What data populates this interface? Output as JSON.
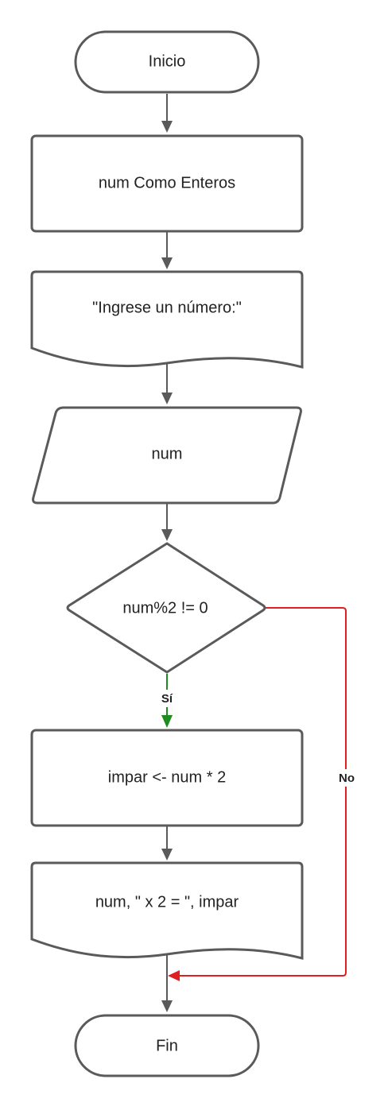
{
  "nodes": {
    "start": {
      "text": "Inicio"
    },
    "declare": {
      "text": "num Como Enteros"
    },
    "prompt": {
      "text": "\"Ingrese un número:\""
    },
    "read": {
      "text": "num"
    },
    "decision": {
      "text": "num%2 != 0"
    },
    "compute": {
      "text": "impar <- num * 2"
    },
    "output": {
      "text": "num, \" x 2 = \", impar"
    },
    "end": {
      "text": "Fin"
    }
  },
  "edges": {
    "yes_label": "Sí",
    "no_label": "No"
  },
  "colors": {
    "stroke": "#5a5a5a",
    "yes": "#1e8c1e",
    "no": "#e02020",
    "text": "#222222"
  }
}
